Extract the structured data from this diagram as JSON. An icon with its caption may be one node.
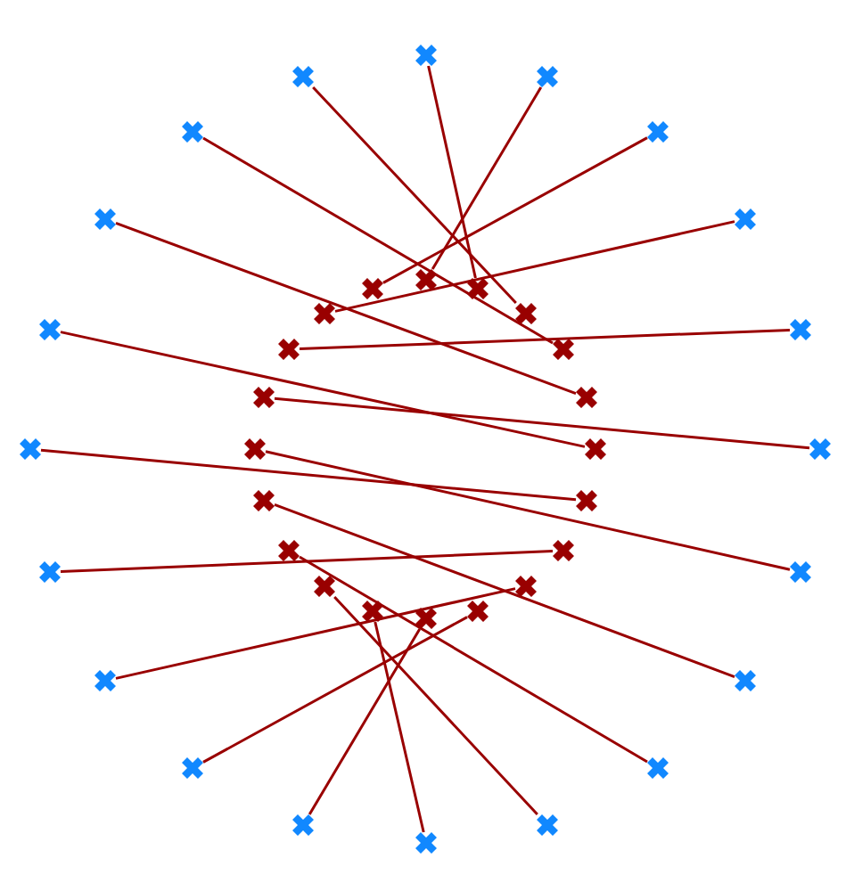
{
  "diagram": {
    "nodes": [
      {
        "text": [],
        "shape": "cross"
      },
      {
        "text": [],
        "shape": "cross"
      },
      {
        "text": [],
        "shape": "cross"
      },
      {
        "text": [],
        "shape": "cross"
      },
      {
        "text": [],
        "shape": "cross"
      },
      {
        "text": [],
        "shape": "cross"
      },
      {
        "text": [],
        "shape": "cross"
      },
      {
        "text": [],
        "shape": "cross"
      },
      {
        "text": [],
        "shape": "cross"
      },
      {
        "text": [],
        "shape": "cross"
      },
      {
        "text": [],
        "shape": "cross"
      },
      {
        "text": [],
        "shape": "cross"
      },
      {
        "text": [],
        "shape": "cross"
      },
      {
        "text": [],
        "shape": "cross"
      },
      {
        "text": [],
        "shape": "cross"
      },
      {
        "text": [],
        "shape": "cross"
      },
      {
        "text": [],
        "shape": "cross"
      },
      {
        "text": [],
        "shape": "cross"
      },
      {
        "text": [],
        "shape": "cross"
      },
      {
        "text": [],
        "shape": "cross"
      },
      {
        "text": [],
        "shape": "cross"
      },
      {
        "text": [],
        "shape": "cross"
      },
      {
        "text": [],
        "shape": "cross"
      },
      {
        "text": [],
        "shape": "cross"
      },
      {
        "text": [],
        "shape": "cross"
      },
      {
        "text": [],
        "shape": "cross"
      },
      {
        "text": [],
        "shape": "cross"
      },
      {
        "text": [],
        "shape": "cross"
      },
      {
        "text": [],
        "shape": "cross"
      },
      {
        "text": [],
        "shape": "cross"
      },
      {
        "text": [],
        "shape": "cross"
      },
      {
        "text": [],
        "shape": "cross"
      },
      {
        "text": [],
        "shape": "cross"
      },
      {
        "text": [],
        "shape": "cross"
      },
      {
        "text": [],
        "shape": "cross"
      },
      {
        "text": [],
        "shape": "cross"
      },
      {
        "text": [],
        "shape": "cross"
      },
      {
        "text": [],
        "shape": "cross"
      },
      {
        "text": [],
        "shape": "cross"
      },
      {
        "text": [],
        "shape": "cross"
      }
    ],
    "edges": [
      {
        "from": 0,
        "to": 9,
        "arrow": "none"
      },
      {
        "from": 1,
        "to": 11,
        "arrow": "none"
      },
      {
        "from": 2,
        "to": 8,
        "arrow": "none"
      },
      {
        "from": 3,
        "to": 15,
        "arrow": "none"
      },
      {
        "from": 4,
        "to": 7,
        "arrow": "none"
      },
      {
        "from": 5,
        "to": 17,
        "arrow": "none"
      },
      {
        "from": 6,
        "to": 10,
        "arrow": "none"
      },
      {
        "from": 12,
        "to": 20,
        "arrow": "none"
      },
      {
        "from": 13,
        "to": 14,
        "arrow": "none"
      },
      {
        "from": 18,
        "to": 23,
        "arrow": "none"
      },
      {
        "from": 21,
        "to": 16,
        "arrow": "none"
      },
      {
        "from": 26,
        "to": 25,
        "arrow": "none"
      },
      {
        "from": 27,
        "to": 19,
        "arrow": "none"
      },
      {
        "from": 33,
        "to": 29,
        "arrow": "none"
      },
      {
        "from": 34,
        "to": 22,
        "arrow": "none"
      },
      {
        "from": 35,
        "to": 32,
        "arrow": "none"
      },
      {
        "from": 36,
        "to": 24,
        "arrow": "none"
      },
      {
        "from": 37,
        "to": 31,
        "arrow": "none"
      },
      {
        "from": 38,
        "to": 28,
        "arrow": "none"
      },
      {
        "from": 39,
        "to": 30,
        "arrow": "none"
      }
    ]
  }
}
